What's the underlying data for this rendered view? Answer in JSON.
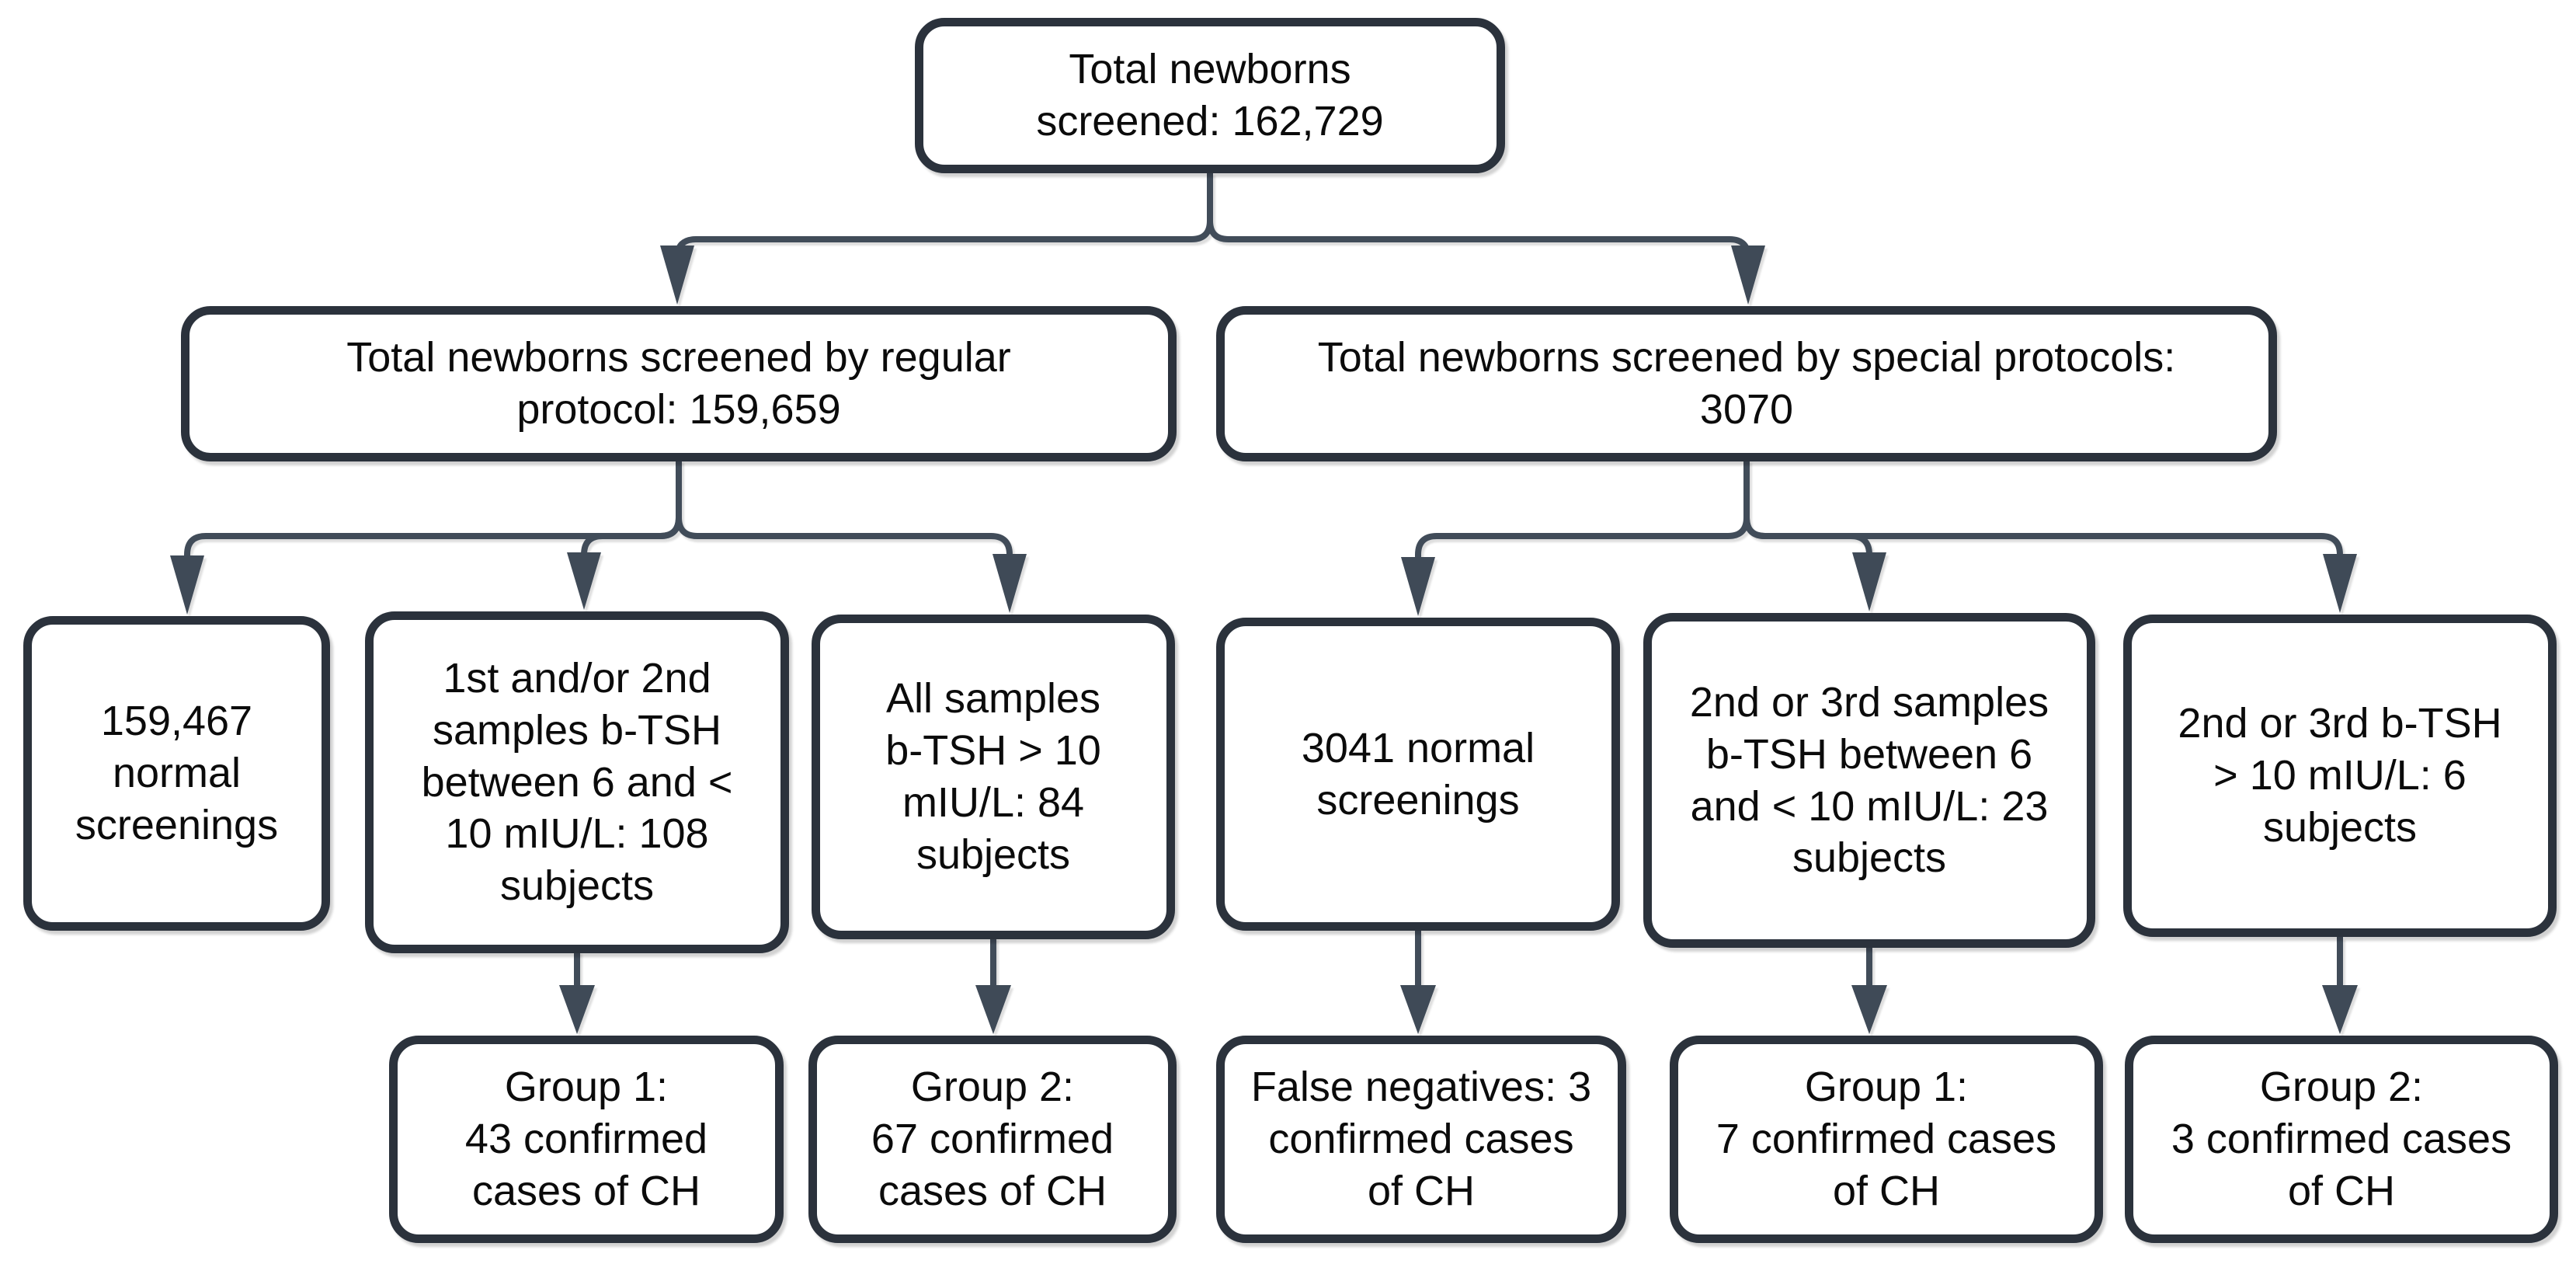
{
  "diagram": {
    "type": "flowchart",
    "topic": "Newborn congenital hypothyroidism (CH) screening results",
    "colors": {
      "box_border": "#2b323c",
      "connector_line": "#414c59",
      "arrowhead": "#3f4a57",
      "text": "#0b0b0b",
      "background": "#ffffff"
    },
    "nodes": {
      "total": {
        "label": "Total newborns\nscreened: 162,729"
      },
      "regular": {
        "label": "Total newborns screened by regular\nprotocol: 159,659"
      },
      "special": {
        "label": "Total newborns screened by special protocols:\n3070"
      },
      "regular_normal": {
        "label": "159,467\nnormal\nscreenings"
      },
      "regular_borderline": {
        "label": "1st and/or 2nd\nsamples b-TSH\nbetween 6 and <\n10 mIU/L: 108\nsubjects"
      },
      "regular_high": {
        "label": "All samples\nb-TSH > 10\nmIU/L: 84\nsubjects"
      },
      "special_normal": {
        "label": "3041 normal\nscreenings"
      },
      "special_borderline": {
        "label": "2nd or 3rd samples\nb-TSH between 6\nand < 10 mIU/L: 23\nsubjects"
      },
      "special_high": {
        "label": "2nd or 3rd b-TSH\n> 10 mIU/L: 6\nsubjects"
      },
      "group1_regular": {
        "label": "Group 1:\n43 confirmed\ncases of CH"
      },
      "group2_regular": {
        "label": "Group 2:\n67 confirmed\ncases of CH"
      },
      "false_negatives": {
        "label": "False negatives: 3\nconfirmed cases\nof CH"
      },
      "group1_special": {
        "label": "Group 1:\n7 confirmed cases\nof CH"
      },
      "group2_special": {
        "label": "Group 2:\n3 confirmed cases\nof CH"
      }
    },
    "edges": [
      {
        "from": "total",
        "to": "regular"
      },
      {
        "from": "total",
        "to": "special"
      },
      {
        "from": "regular",
        "to": "regular_normal"
      },
      {
        "from": "regular",
        "to": "regular_borderline"
      },
      {
        "from": "regular",
        "to": "regular_high"
      },
      {
        "from": "special",
        "to": "special_normal"
      },
      {
        "from": "special",
        "to": "special_borderline"
      },
      {
        "from": "special",
        "to": "special_high"
      },
      {
        "from": "regular_borderline",
        "to": "group1_regular"
      },
      {
        "from": "regular_high",
        "to": "group2_regular"
      },
      {
        "from": "special_normal",
        "to": "false_negatives"
      },
      {
        "from": "special_borderline",
        "to": "group1_special"
      },
      {
        "from": "special_high",
        "to": "group2_special"
      }
    ]
  }
}
